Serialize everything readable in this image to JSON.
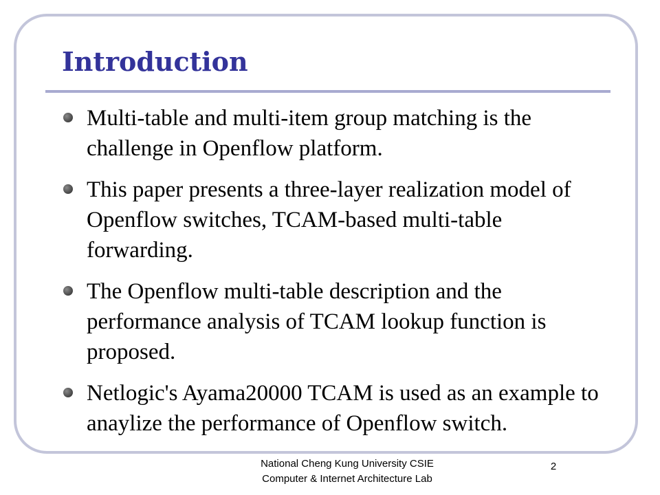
{
  "slide": {
    "title": "Introduction",
    "bullets": [
      "Multi-table and multi-item group matching is the challenge in Openflow platform.",
      "This paper presents a three-layer realization model of Openflow switches, TCAM-based multi-table forwarding.",
      "The Openflow multi-table description and the performance analysis of TCAM lookup function is proposed.",
      "Netlogic's Ayama20000 TCAM is used as an example to anaylize the performance of Openflow switch."
    ],
    "footer": {
      "line1": "National Cheng Kung University CSIE",
      "line2": "Computer & Internet Architecture Lab"
    },
    "page_number": "2"
  },
  "colors": {
    "title": "#33339a",
    "frame_border": "#c3c5da",
    "rule": "#a8aad0"
  },
  "icons": {
    "bullet": "bullet-dot-icon"
  }
}
